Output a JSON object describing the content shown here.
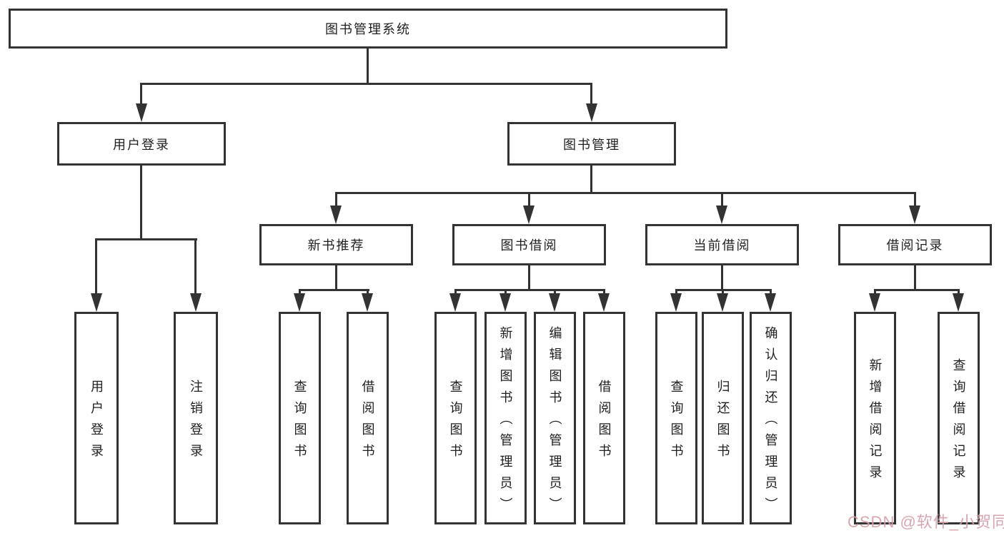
{
  "colors": {
    "background": "#ffffff",
    "line": "#333333",
    "box_border": "#333333",
    "text": "#1f1f1f",
    "watermark": "#d49aa3"
  },
  "tree": {
    "root": {
      "label": "图书管理系统"
    },
    "branches": [
      {
        "label": "用户登录",
        "leaves": [
          {
            "label": "用户登录"
          },
          {
            "label": "注销登录"
          }
        ]
      },
      {
        "label": "图书管理",
        "groups": [
          {
            "label": "新书推荐",
            "leaves": [
              {
                "label": "查询图书"
              },
              {
                "label": "借阅图书"
              }
            ]
          },
          {
            "label": "图书借阅",
            "leaves": [
              {
                "label": "查询图书"
              },
              {
                "label": "新增图书（管理员）"
              },
              {
                "label": "编辑图书（管理员）"
              },
              {
                "label": "借阅图书"
              }
            ]
          },
          {
            "label": "当前借阅",
            "leaves": [
              {
                "label": "查询图书"
              },
              {
                "label": "归还图书"
              },
              {
                "label": "确认归还（管理员）"
              }
            ]
          },
          {
            "label": "借阅记录",
            "leaves": [
              {
                "label": "新增借阅记录"
              },
              {
                "label": "查询借阅记录"
              }
            ]
          }
        ]
      }
    ]
  },
  "watermark": {
    "text": "CSDN @软件_小贺同学"
  }
}
